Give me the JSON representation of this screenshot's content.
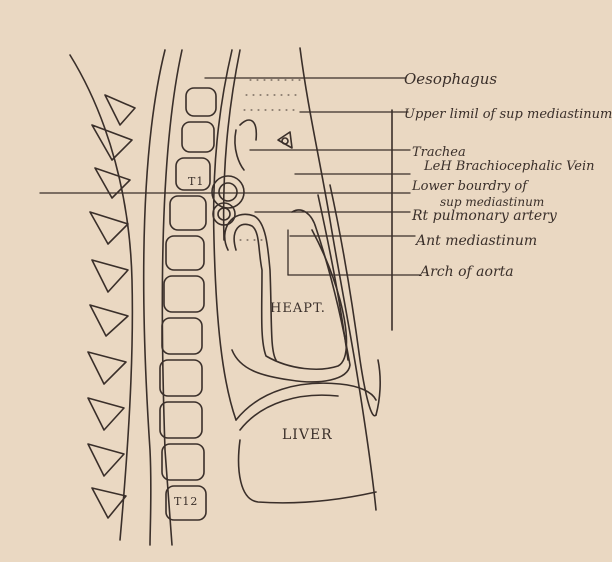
{
  "labels": {
    "oesophagus": "Oesophagus",
    "upper_limit": "Upper limil of sup mediastinum",
    "trachea": "Trachea",
    "left_brachio": "LeH Brachiocephalic Vein",
    "lower_boundary_1": "Lower bourdry of",
    "lower_boundary_2": "sup mediastinum",
    "rt_pulmonary": "Rt pulmonary artery",
    "ant_mediastinum": "Ant mediastinum",
    "arch_aorta": "Arch of aorta"
  },
  "organs": {
    "heart": "HEAPT.",
    "liver": "LIVER",
    "vert_t1": "T1",
    "vert_t12": "T12"
  },
  "colors": {
    "paper": "#ead8c2",
    "ink": "#3a2f2a"
  }
}
